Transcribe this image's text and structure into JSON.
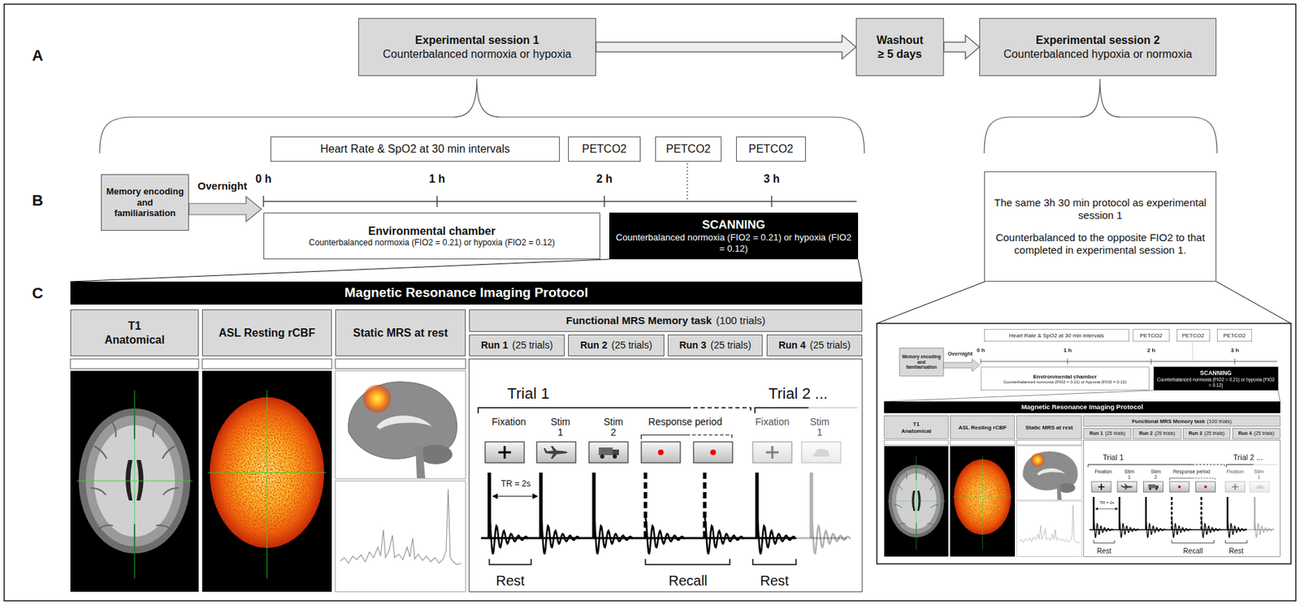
{
  "diagram": {
    "nodes": [
      {
        "text": [
          "Experimental session 1",
          "Counterbalanced normoxia or hypoxia"
        ]
      },
      {
        "text": [
          "Washout ≥ 5 days"
        ]
      },
      {
        "text": [
          "Experimental session 2",
          "Counterbalanced hypoxia or normoxia"
        ]
      },
      {
        "text": [
          "Heart Rate & SpO2 at 30 min intervals"
        ]
      },
      {
        "text": [
          "PETCO2"
        ]
      },
      {
        "text": [
          "PETCO2"
        ]
      },
      {
        "text": [
          "PETCO2"
        ]
      },
      {
        "text": [
          "Memory encoding and familiarisation"
        ]
      },
      {
        "text": [
          "Environmental chamber",
          "Counterbalanced normoxia (FIO2 = 0.21) or hypoxia (FIO2 = 0.12)"
        ]
      },
      {
        "text": [
          "SCANNING",
          "Counterbalanced normoxia (FIO2 = 0.21) or hypoxia (FIO2 = 0.12)"
        ]
      },
      {
        "text": [
          "The same 3h 30 min protocol as experimental session 1",
          "Counterbalanced to the opposite FIO2 to that completed in experimental session 1."
        ]
      },
      {
        "text": [
          "Magnetic Resonance Imaging Protocol"
        ]
      },
      {
        "text": [
          "T1 Anatomical"
        ]
      },
      {
        "text": [
          "ASL Resting rCBF"
        ]
      },
      {
        "text": [
          "Static MRS at rest"
        ]
      },
      {
        "text": [
          "Functional MRS Memory task",
          "(100 trials)"
        ]
      },
      {
        "text": [
          "Run 1",
          "(25 trials)"
        ]
      },
      {
        "text": [
          "Run 2",
          "(25 trials)"
        ]
      },
      {
        "text": [
          "Run 3",
          "(25 trials)"
        ]
      },
      {
        "text": [
          "Run 4",
          "(25 trials)"
        ]
      },
      {
        "text": [
          "Heart Rate & SpO2 at 30 min intervals"
        ]
      },
      {
        "text": [
          "PETCO2"
        ]
      },
      {
        "text": [
          "PETCO2"
        ]
      },
      {
        "text": [
          "PETCO2"
        ]
      },
      {
        "text": [
          "Memory encoding and familiarisation"
        ]
      },
      {
        "text": [
          "Environmental chamber",
          "Counterbalanced normoxia (FIO2 = 0.21) or hypoxia (FIO2 = 0.12)"
        ]
      },
      {
        "text": [
          "SCANNING",
          "Counterbalanced normoxia (FIO2 = 0.21) or hypoxia (FIO2 = 0.12)"
        ]
      },
      {
        "text": [
          "Magnetic Resonance Imaging Protocol"
        ]
      },
      {
        "text": [
          "T1 Anatomical"
        ]
      },
      {
        "text": [
          "ASL Resting rCBF"
        ]
      },
      {
        "text": [
          "Static MRS at rest"
        ]
      },
      {
        "text": [
          "Functional MRS Memory task",
          "(100 trials)"
        ]
      },
      {
        "text": [
          "Run 1",
          "(25 trials)"
        ]
      },
      {
        "text": [
          "Run 2",
          "(25 trials)"
        ]
      },
      {
        "text": [
          "Run 3",
          "(25 trials)"
        ]
      },
      {
        "text": [
          "Run 4",
          "(25 trials)"
        ]
      }
    ],
    "edges": [
      {
        "from": 0,
        "to": 1,
        "arrow": "to"
      },
      {
        "from": 1,
        "to": 2,
        "arrow": "to"
      }
    ],
    "labels": [
      "A",
      "B",
      "C",
      "Overnight",
      "0 h",
      "1 h",
      "2 h",
      "3 h",
      "Trial 1",
      "Fixation",
      "Stim 1",
      "Stim 2",
      "Response period",
      "Trial 2 ...",
      "Fixation",
      "Stim 1",
      "TR = 2s",
      "Rest",
      "Recall",
      "Rest",
      "Overnight",
      "0 h",
      "1 h",
      "2 h",
      "3 h",
      "Trial 1",
      "Fixation",
      "Stim 1",
      "Stim 2",
      "Response period",
      "Trial 2 ...",
      "Fixation",
      "Stim 1",
      "TR = 2s",
      "Rest",
      "Recall",
      "Rest"
    ]
  }
}
